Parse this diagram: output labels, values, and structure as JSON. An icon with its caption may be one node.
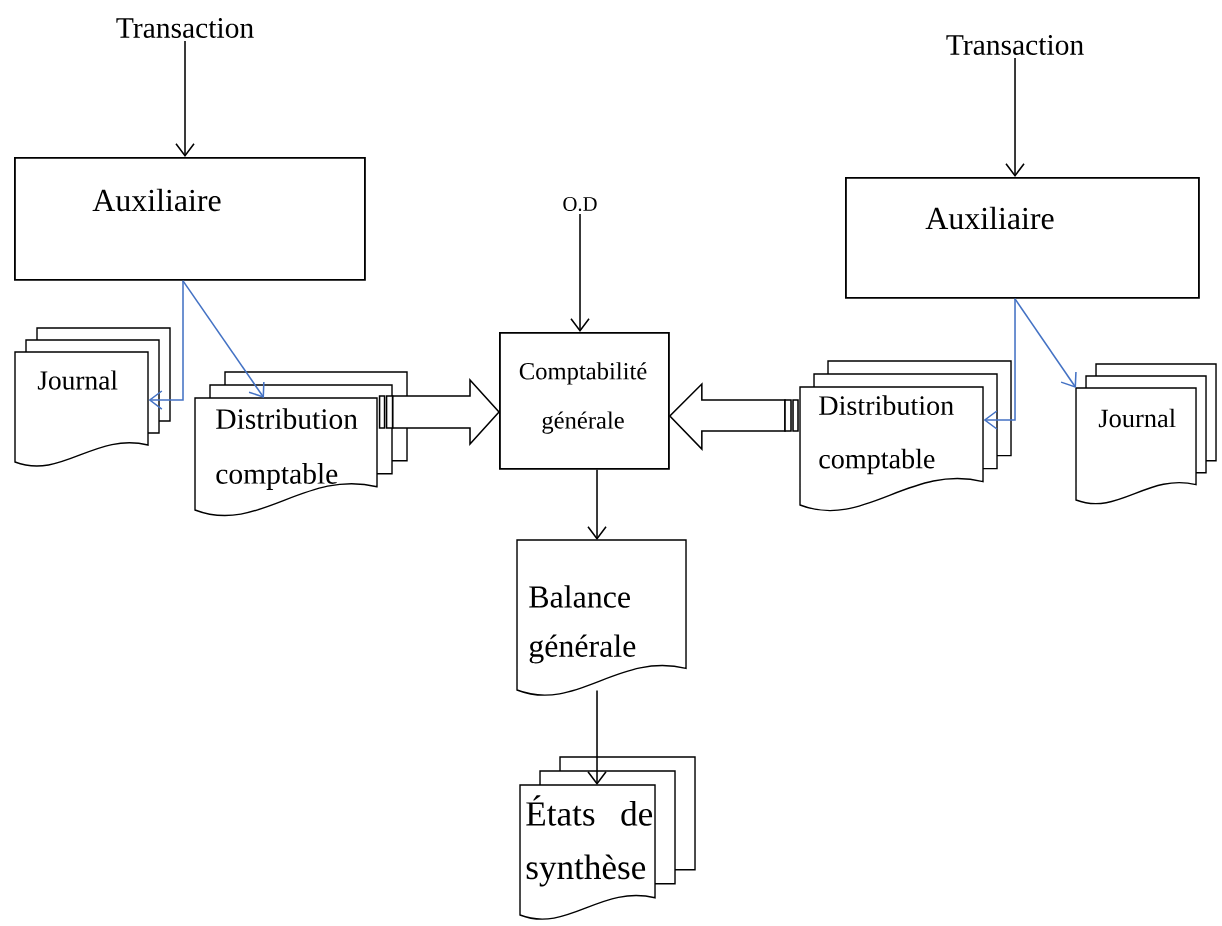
{
  "diagram": {
    "nodes": [
      {
        "text": [
          "Transaction"
        ]
      },
      {
        "text": [
          "Auxiliaire"
        ]
      },
      {
        "text": [
          "Journal"
        ]
      },
      {
        "text": [
          "Distribution comptable"
        ]
      },
      {
        "text": [
          "O.D"
        ]
      },
      {
        "text": [
          "Comptabilité générale"
        ]
      },
      {
        "text": [
          "Transaction"
        ]
      },
      {
        "text": [
          "Auxiliaire"
        ]
      },
      {
        "text": [
          "Distribution comptable"
        ]
      },
      {
        "text": [
          "Journal"
        ]
      },
      {
        "text": [
          "Balance générale"
        ]
      },
      {
        "text": [
          "États de synthèse"
        ]
      }
    ],
    "edges": [
      {
        "from": 0,
        "to": 1,
        "arrow": "to"
      },
      {
        "from": 1,
        "to": 2,
        "arrow": "to",
        "color": "#4472c4"
      },
      {
        "from": 1,
        "to": 3,
        "arrow": "to",
        "color": "#4472c4"
      },
      {
        "from": 3,
        "to": 5,
        "arrow": "to",
        "style": "thick"
      },
      {
        "from": 4,
        "to": 5,
        "arrow": "to"
      },
      {
        "from": 6,
        "to": 7,
        "arrow": "to"
      },
      {
        "from": 7,
        "to": 8,
        "arrow": "to",
        "color": "#4472c4"
      },
      {
        "from": 7,
        "to": 9,
        "arrow": "to",
        "color": "#4472c4"
      },
      {
        "from": 8,
        "to": 5,
        "arrow": "to",
        "style": "thick"
      },
      {
        "from": 5,
        "to": 10,
        "arrow": "to"
      },
      {
        "from": 10,
        "to": 11,
        "arrow": "to"
      }
    ]
  }
}
